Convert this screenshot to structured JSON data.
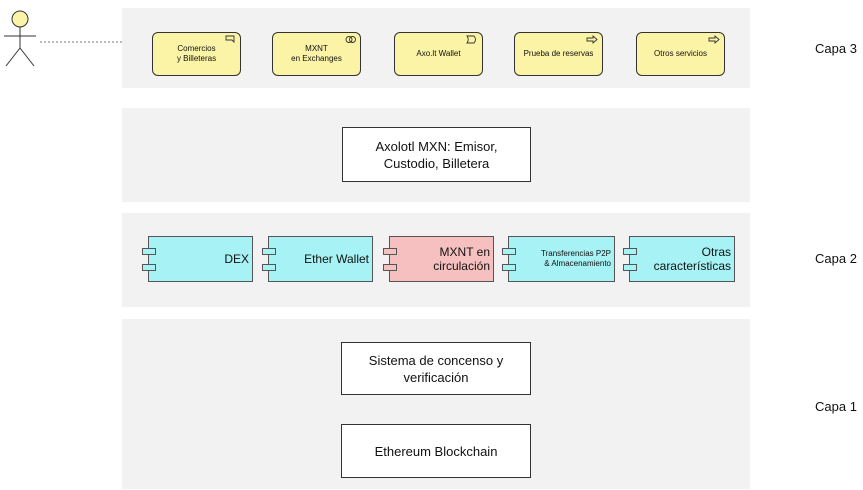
{
  "layers": {
    "layer3": "Capa 3",
    "layer2": "Capa 2",
    "layer1": "Capa 1"
  },
  "services": [
    {
      "label_line1": "Comercios",
      "label_line2": "y Billeteras",
      "icon": "business-interface-icon"
    },
    {
      "label_line1": "MXNT",
      "label_line2": "en Exchanges",
      "icon": "business-collaboration-icon"
    },
    {
      "label_line1": "Axo.lt Wallet",
      "label_line2": "",
      "icon": "business-event-icon"
    },
    {
      "label_line1": "Prueba de reservas",
      "label_line2": "",
      "icon": "business-process-arrow-icon"
    },
    {
      "label_line1": "Otros servicios",
      "label_line2": "",
      "icon": "business-process-arrow-icon"
    }
  ],
  "issuer": {
    "line1": "Axolotl MXN: Emisor,",
    "line2": "Custodio, Billetera"
  },
  "components": [
    {
      "line1": "DEX",
      "line2": "",
      "fill": "cyan"
    },
    {
      "line1": "Ether Wallet",
      "line2": "",
      "fill": "cyan"
    },
    {
      "line1": "MXNT en",
      "line2": "circulación",
      "fill": "pink"
    },
    {
      "line1": "Transferencias P2P",
      "line2": "& Almacenamiento",
      "fill": "cyan"
    },
    {
      "line1": "Otras",
      "line2": "características",
      "fill": "cyan"
    }
  ],
  "infrastructure": {
    "consensus_line1": "Sistema de concenso y",
    "consensus_line2": "verificación",
    "blockchain": "Ethereum Blockchain"
  },
  "colors": {
    "band": "#f2f2f2",
    "business_yellow": "#fbf3a5",
    "application_cyan": "#a6f2f4",
    "application_pink": "#f7c0c0",
    "actor_head": "#fbf3a5"
  }
}
